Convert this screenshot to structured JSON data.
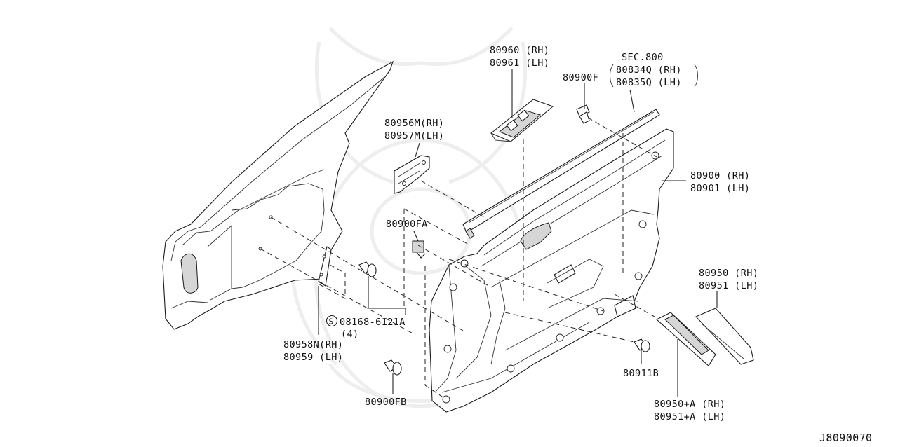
{
  "diagram": {
    "ref_code": "J8090070",
    "labels": {
      "p80960": "80960 (RH)",
      "p80961": "80961 (LH)",
      "sec": "SEC.800",
      "p80834q": "80834Q (RH)",
      "p80835q": "80835Q (LH)",
      "p80900f": "80900F",
      "p80956m": "80956M(RH)",
      "p80957m": "80957M(LH)",
      "p80900": "80900 (RH)",
      "p80901": "80901 (LH)",
      "p80900fa": "80900FA",
      "p80950": "80950 (RH)",
      "p80951": "80951 (LH)",
      "p08168": "08168-6121A",
      "qty4": "(4)",
      "screw_symbol": "S",
      "p80958n": "80958N(RH)",
      "p80959": "80959  (LH)",
      "p80911b": "80911B",
      "p80900fb": "80900FB",
      "p80950a": "80950+A (RH)",
      "p80951a": "80951+A (LH)"
    }
  }
}
